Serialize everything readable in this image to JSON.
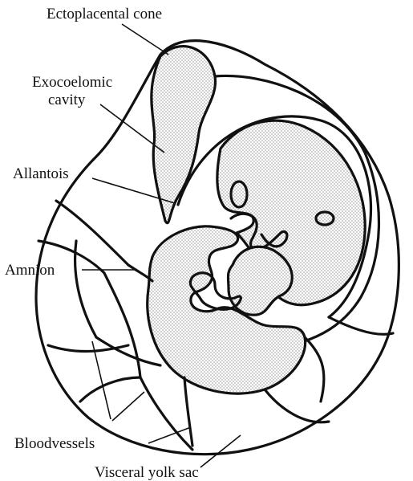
{
  "labels": {
    "ectoplacental_cone": "Ectoplacental  cone",
    "exocoelomic_line1": "Exocoelomic",
    "exocoelomic_line2": "cavity",
    "allantois": "Allantois",
    "amnion": "Amnion",
    "bloodvessels": "Bloodvessels",
    "visceral_yolk_sac": "Visceral yolk sac"
  },
  "colors": {
    "ink": "#111111",
    "stipple": "#8a8a8a",
    "paper": "#ffffff"
  }
}
